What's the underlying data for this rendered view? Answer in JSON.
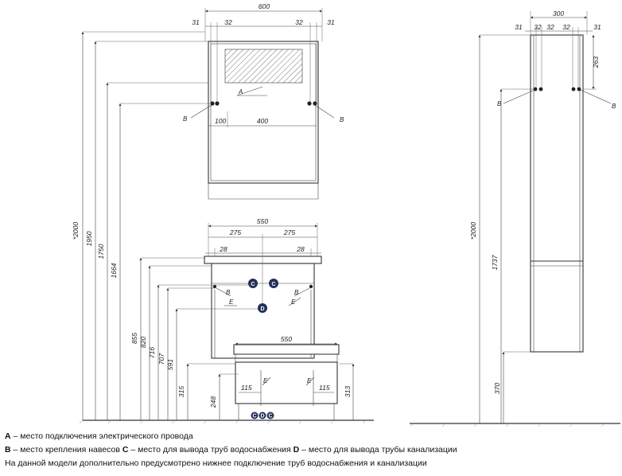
{
  "front": {
    "mirror_width": "600",
    "edge_left": "31",
    "gap_left": "32",
    "gap_right": "32",
    "edge_right": "31",
    "offset_100": "100",
    "span_400": "400",
    "cabinet_width": "550",
    "half_left": "275",
    "half_right": "275",
    "inset_left": "28",
    "inset_right": "28",
    "sink_width": "550",
    "pipe_left": "115",
    "pipe_right": "115",
    "h_2000": "*2000",
    "h_1950": "1950",
    "h_1750": "1750",
    "h_1664": "1664",
    "h_855": "855",
    "h_820": "820",
    "h_716": "716",
    "h_707": "707",
    "h_591": "591",
    "h_315": "315",
    "h_248": "248",
    "h_313": "313"
  },
  "side": {
    "width": "300",
    "edge_left": "31",
    "gap_left": "32",
    "gap_mid_left": "32",
    "gap_mid_right": "32",
    "edge_right": "31",
    "h_263": "263",
    "h_2000": "*2000",
    "h_1737": "1737",
    "h_370": "370"
  },
  "markers": {
    "A": "A",
    "B": "B",
    "C": "C",
    "D": "D",
    "E": "E"
  },
  "legend": {
    "a_key": "A",
    "a_text": " – место подключения электрического провода",
    "b_key": "B",
    "b_text": " – место крепления навесов ",
    "c_key": "C",
    "c_text": " – место для вывода труб водоснабжения  ",
    "d_key": "D",
    "d_text": " – место для вывода трубы канализации",
    "note": "На данной модели дополнительно предусмотрено нижнее подключение труб водоснабжения и канализации"
  }
}
